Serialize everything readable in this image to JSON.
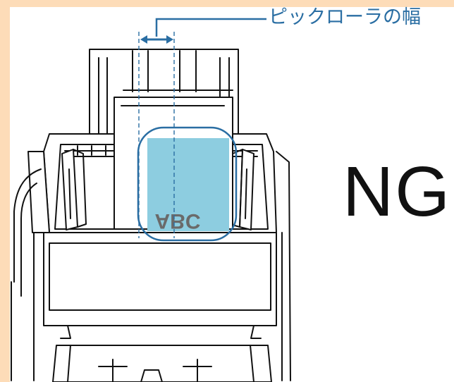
{
  "callout": {
    "label": "ピックローラの幅"
  },
  "verdict": {
    "label": "NG"
  },
  "document": {
    "text": "ABC",
    "flipped": true
  },
  "colors": {
    "background": "#fddcb8",
    "panel": "#ffffff",
    "line": "#111111",
    "accent": "#2a6ea3",
    "document_fill": "#8dcde0"
  }
}
